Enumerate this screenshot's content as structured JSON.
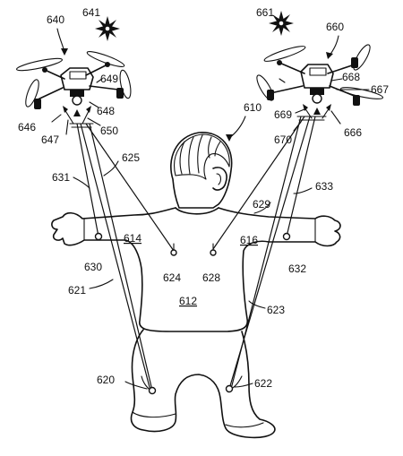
{
  "figure": {
    "labels": {
      "system": "610",
      "body": "612",
      "left_arm": "614",
      "right_arm": "616",
      "left_foot_marker": "620",
      "right_foot_marker": "622",
      "left_foot_beam": "621",
      "right_foot_beam": "623",
      "chest_left_marker": "624",
      "chest_left_beam": "625",
      "chest_right_marker": "628",
      "chest_right_beam": "629",
      "left_wrist_marker": "630",
      "left_wrist_beam": "631",
      "right_wrist_marker": "632",
      "right_wrist_beam": "633"
    },
    "left_drone": {
      "id": "640",
      "compass": "641",
      "sensor_a": "646",
      "sensor_b": "647",
      "sensor_c": "648",
      "body_part": "649",
      "beam_exit": "650"
    },
    "right_drone": {
      "id": "660",
      "compass": "661",
      "sensor_a": "666",
      "sensor_b": "667",
      "body_part": "668",
      "sensor_c": "669",
      "beam_exit": "670"
    }
  }
}
